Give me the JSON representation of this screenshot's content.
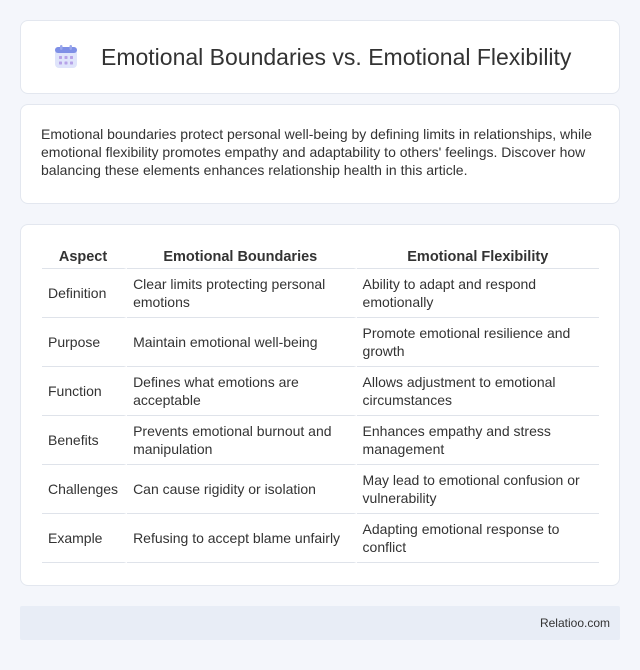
{
  "header": {
    "title": "Emotional Boundaries vs. Emotional Flexibility",
    "icon": "calendar-icon",
    "icon_color": "#6c7fe0"
  },
  "intro": {
    "text": "Emotional boundaries protect personal well-being by defining limits in relationships, while emotional flexibility promotes empathy and adaptability to others' feelings. Discover how balancing these elements enhances relationship health in this article."
  },
  "table": {
    "headers": [
      "Aspect",
      "Emotional Boundaries",
      "Emotional Flexibility"
    ],
    "rows": [
      [
        "Definition",
        "Clear limits protecting personal emotions",
        "Ability to adapt and respond emotionally"
      ],
      [
        "Purpose",
        "Maintain emotional well-being",
        "Promote emotional resilience and growth"
      ],
      [
        "Function",
        "Defines what emotions are acceptable",
        "Allows adjustment to emotional circumstances"
      ],
      [
        "Benefits",
        "Prevents emotional burnout and manipulation",
        "Enhances empathy and stress management"
      ],
      [
        "Challenges",
        "Can cause rigidity or isolation",
        "May lead to emotional confusion or vulnerability"
      ],
      [
        "Example",
        "Refusing to accept blame unfairly",
        "Adapting emotional response to conflict"
      ]
    ]
  },
  "footer": {
    "brand": "Relatioo.com",
    "background": "#e8edf6"
  }
}
